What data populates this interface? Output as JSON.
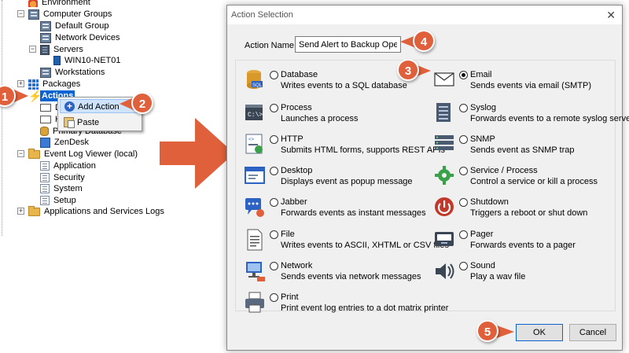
{
  "tree": {
    "environment": "Environment",
    "computer_groups": "Computer Groups",
    "default_group": "Default Group",
    "network_devices": "Network Devices",
    "servers": "Servers",
    "win10": "WIN10-NET01",
    "workstations": "Workstations",
    "packages": "Packages",
    "actions": "Actions",
    "primary_database": "Primary Database",
    "zendesk": "ZenDesk",
    "event_log_viewer": "Event Log Viewer (local)",
    "application": "Application",
    "security": "Security",
    "system": "System",
    "setup": "Setup",
    "apps_services_logs": "Applications and Services Logs",
    "truncated_1": "De",
    "truncated_2": "H"
  },
  "context_menu": {
    "add_action": "Add Action",
    "paste": "Paste"
  },
  "callouts": [
    "1",
    "2",
    "3",
    "4",
    "5"
  ],
  "dialog": {
    "title": "Action Selection",
    "close": "✕",
    "action_name_label": "Action Name:",
    "action_name_value": "Send Alert to Backup Operator",
    "options_left": [
      {
        "title": "Database",
        "desc": "Writes events to a SQL database",
        "icon": "database-icon"
      },
      {
        "title": "Process",
        "desc": "Launches a process",
        "icon": "process-icon"
      },
      {
        "title": "HTTP",
        "desc": "Submits HTML forms, supports REST APIs",
        "icon": "http-icon"
      },
      {
        "title": "Desktop",
        "desc": "Displays event as popup message",
        "icon": "desktop-icon"
      },
      {
        "title": "Jabber",
        "desc": "Forwards events as instant messages",
        "icon": "jabber-icon"
      },
      {
        "title": "File",
        "desc": "Writes events to ASCII, XHTML or CSV files",
        "icon": "file-icon"
      },
      {
        "title": "Network",
        "desc": "Sends events via network messages",
        "icon": "network-icon"
      },
      {
        "title": "Print",
        "desc": "Print event log entries to a dot matrix printer",
        "icon": "printer-icon"
      }
    ],
    "options_right": [
      {
        "title": "Email",
        "desc": "Sends events via email (SMTP)",
        "icon": "email-icon",
        "selected": true
      },
      {
        "title": "Syslog",
        "desc": "Forwards events to a remote syslog server",
        "icon": "syslog-icon"
      },
      {
        "title": "SNMP",
        "desc": "Sends event as SNMP trap",
        "icon": "snmp-icon"
      },
      {
        "title": "Service / Process",
        "desc": "Control a service or kill a process",
        "icon": "gear-icon"
      },
      {
        "title": "Shutdown",
        "desc": "Triggers a reboot or shut down",
        "icon": "power-icon"
      },
      {
        "title": "Pager",
        "desc": "Forwards events to a pager",
        "icon": "pager-icon"
      },
      {
        "title": "Sound",
        "desc": "Play a wav file",
        "icon": "sound-icon"
      }
    ],
    "ok": "OK",
    "cancel": "Cancel"
  },
  "colors": {
    "callout": "#e0603b",
    "selection": "#0b64d1",
    "dialog_bg": "#f0f0f0"
  }
}
